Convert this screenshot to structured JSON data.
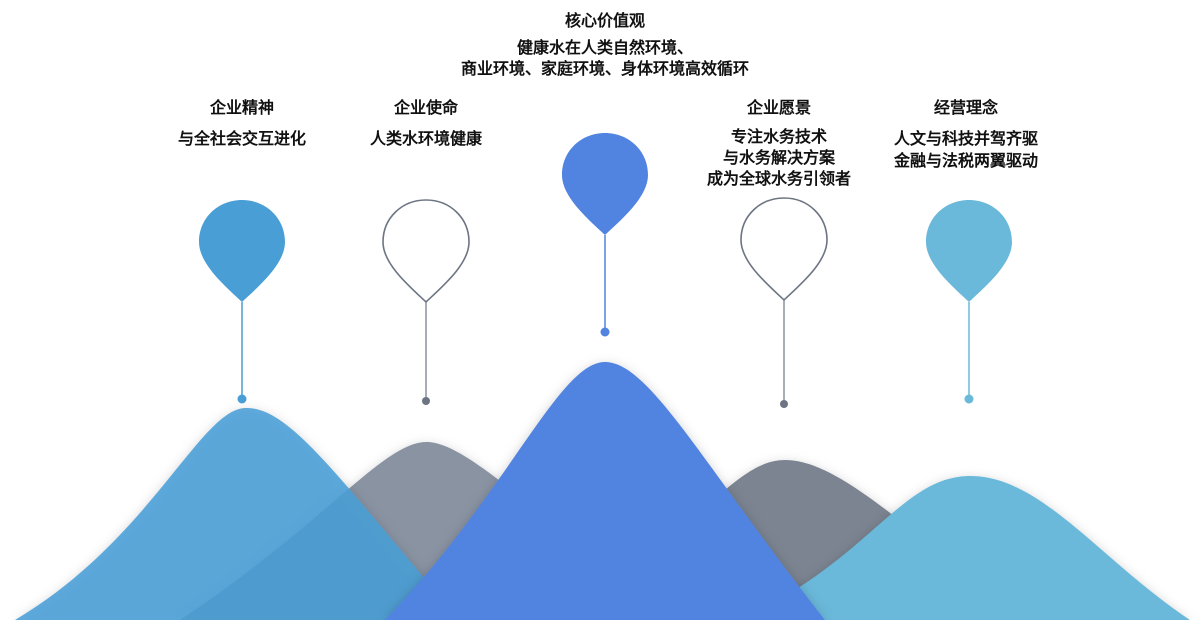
{
  "colors": {
    "blue_mid": "#4a9ed6",
    "blue_bright": "#5183e0",
    "sky": "#6ab8da",
    "gray_light": "#8a93a2",
    "gray_dark": "#7b8491",
    "outline": "#6d7583"
  },
  "core": {
    "title": "核心价值观",
    "line1": "健康水在人类自然环境、",
    "line2": "商业环境、家庭环境、身体环境高效循环"
  },
  "items": [
    {
      "title": "企业精神",
      "line1": "与全社会交互进化",
      "style": "filled",
      "color": "blue_mid"
    },
    {
      "title": "企业使命",
      "line1": "人类水环境健康",
      "style": "outline",
      "color": "outline"
    },
    {
      "title": "企业愿景",
      "line1": "专注水务技术",
      "line2": "与水务解决方案",
      "line3": "成为全球水务引领者",
      "style": "outline",
      "color": "outline"
    },
    {
      "title": "经营理念",
      "line1": "人文与科技并驾齐驱",
      "line2": "金融与法税两翼驱动",
      "style": "filled",
      "color": "sky"
    }
  ]
}
